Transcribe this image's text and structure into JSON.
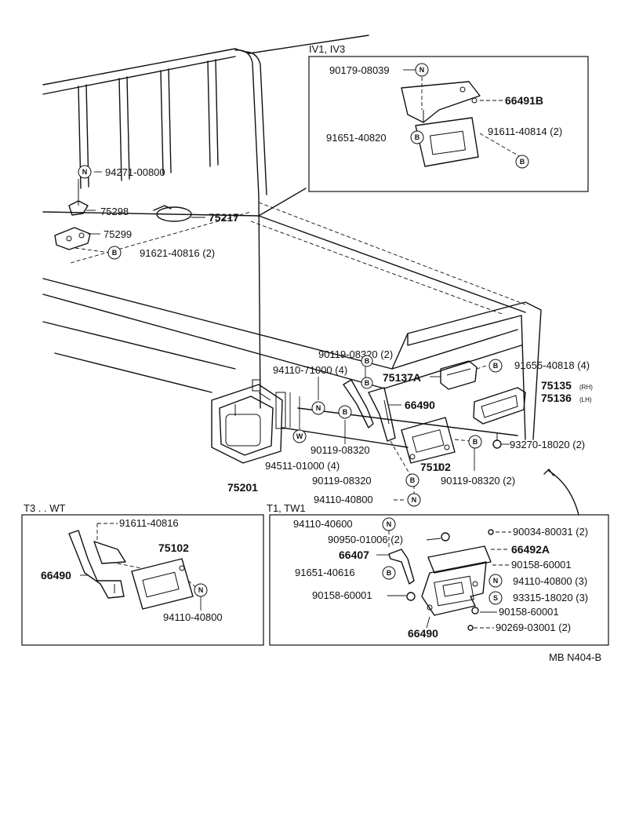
{
  "sections": {
    "iv": "IV1, IV3",
    "t3": "T3 . . WT",
    "t1": "T1, TW1"
  },
  "symbols": {
    "n": "N",
    "b": "B",
    "w": "W",
    "s": "S"
  },
  "code": "MB N404-B",
  "labels": {
    "p90179": "90179-08039",
    "p66491b": "66491B",
    "p91651_40820": "91651-40820",
    "p91611_40814": "91611-40814 (2)",
    "p94271": "94271-00800",
    "p75298": "75298",
    "p75217": "75217",
    "p75299": "75299",
    "p91621": "91621-40816 (2)",
    "p90119_top": "90119-08320 (2)",
    "p94110_71000": "94110-71000 (4)",
    "p91655": "91655-40818 (4)",
    "p75137a": "75137A",
    "p75135": "75135",
    "p75135_suffix": "(RH)",
    "p75136": "75136",
    "p75136_suffix": "(LH)",
    "p66490_main": "66490",
    "p90119_mid": "90119-08320",
    "p93270": "93270-18020 (2)",
    "p94511": "94511-01000 (4)",
    "p75102_main": "75102",
    "p75201": "75201",
    "p90119_low": "90119-08320",
    "p90119_right": "90119-08320 (2)",
    "p94110_40800_main": "94110-40800",
    "t3_91611": "91611-40816",
    "t3_75102": "75102",
    "t3_66490": "66490",
    "t3_94110": "94110-40800",
    "t1_94110_40600": "94110-40600",
    "t1_90034": "90034-80031 (2)",
    "t1_90950": "90950-01006 (2)",
    "t1_66492a": "66492A",
    "t1_66407": "66407",
    "t1_90158_a": "90158-60001",
    "t1_91651": "91651-40616",
    "t1_94110_40800": "94110-40800 (3)",
    "t1_90158_b": "90158-60001",
    "t1_93315": "93315-18020 (3)",
    "t1_90158_c": "90158-60001",
    "t1_66490": "66490",
    "t1_90269": "90269-03001 (2)"
  }
}
